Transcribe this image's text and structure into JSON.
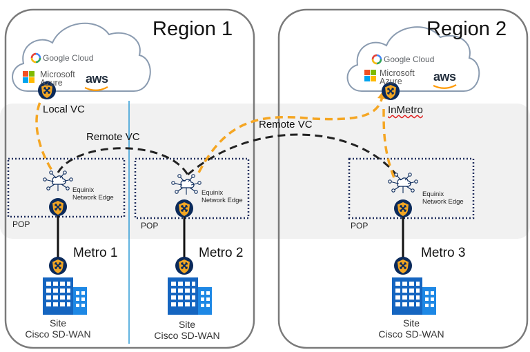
{
  "regions": [
    {
      "title": "Region 1"
    },
    {
      "title": "Region 2"
    }
  ],
  "clouds": {
    "google_cloud": "Google Cloud",
    "microsoft_azure": [
      "Microsoft",
      "Azure"
    ],
    "aws": "aws"
  },
  "connections": {
    "local_vc": "Local VC",
    "remote_vc_1": "Remote VC",
    "remote_vc_2": "Remote VC",
    "inmetro": "InMetro"
  },
  "pops": [
    {
      "label": "POP",
      "edge_lines": [
        "Equinix",
        "Network Edge"
      ],
      "metro": "Metro 1"
    },
    {
      "label": "POP",
      "edge_lines": [
        "Equinix",
        "Network Edge"
      ],
      "metro": "Metro 2"
    },
    {
      "label": "POP",
      "edge_lines": [
        "Equinix",
        "Network Edge"
      ],
      "metro": "Metro 3"
    }
  ],
  "sites": [
    {
      "lines": [
        "Site",
        "Cisco SD-WAN"
      ]
    },
    {
      "lines": [
        "Site",
        "Cisco SD-WAN"
      ]
    },
    {
      "lines": [
        "Site",
        "Cisco SD-WAN"
      ]
    }
  ],
  "colors": {
    "region_border": "#7a7a7a",
    "band": "#f1f1f1",
    "pop_border": "#1f2d5c",
    "router_fill": "#0b2a5b",
    "router_shield": "#f2a623",
    "orange_vc": "#f5a623",
    "black_vc": "#222222",
    "divider": "#2e9bd6",
    "building": "#1565c0"
  }
}
